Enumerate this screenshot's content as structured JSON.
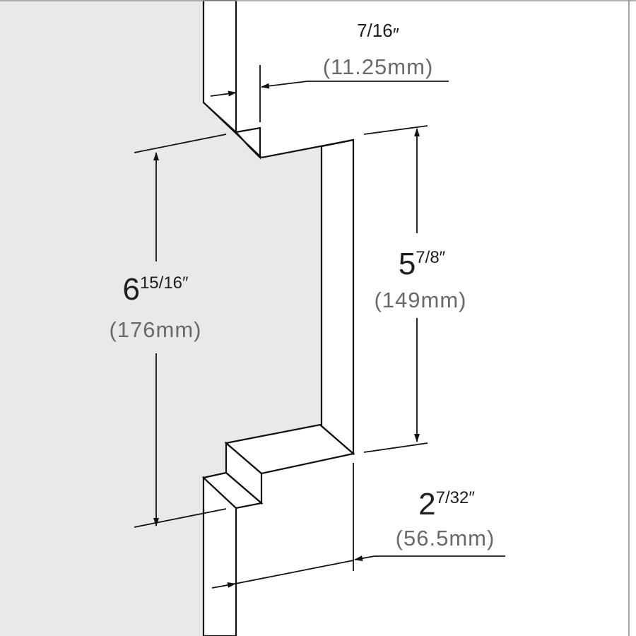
{
  "colors": {
    "wall": "#e8e9eb",
    "channel": "#d3d4d6",
    "line": "#111111",
    "imperial_text": "#1e1e1e",
    "metric_text": "#6a6a6a"
  },
  "dimensions": {
    "top_depth": {
      "whole": "",
      "fraction": "7/16",
      "unit": "″",
      "metric": "(11.25mm)"
    },
    "left_height": {
      "whole": "6",
      "fraction": "15/16",
      "unit": "″",
      "metric": "(176mm)"
    },
    "right_height": {
      "whole": "5",
      "fraction": "7/8",
      "unit": "″",
      "metric": "(149mm)"
    },
    "bottom_offset": {
      "whole": "2",
      "fraction": "7/32",
      "unit": "″",
      "metric": "(56.5mm)"
    }
  }
}
